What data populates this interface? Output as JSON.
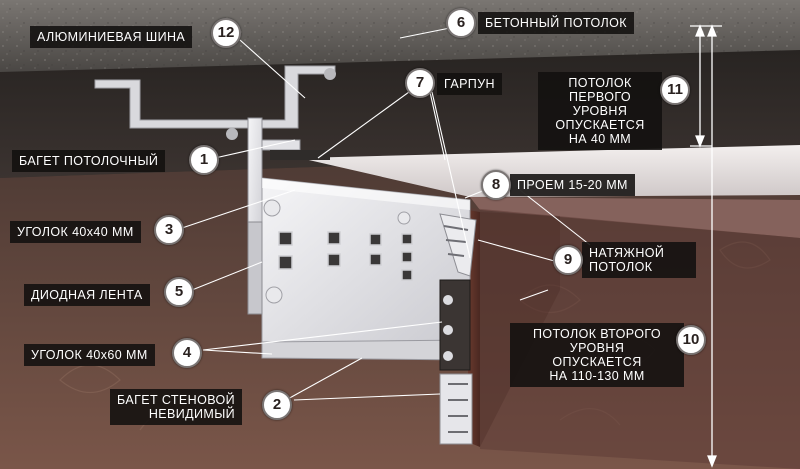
{
  "labels": {
    "aluminum_rail": "АЛЮМИНИЕВАЯ ШИНА",
    "concrete_ceiling": "БЕТОННЫЙ ПОТОЛОК",
    "harpoon": "ГАРПУН",
    "ceiling_baguette": "БАГЕТ ПОТОЛОЧНЫЙ",
    "first_level": "ПОТОЛОК ПЕРВОГО УРОВНЯ ОПУСКАЕТСЯ НА 40 ММ",
    "opening": "ПРОЕМ 15-20 ММ",
    "corner_40x40": "УГОЛОК 40х40 ММ",
    "stretch_ceiling": "НАТЯЖНОЙ ПОТОЛОК",
    "led_strip": "ДИОДНАЯ ЛЕНТА",
    "second_level": "ПОТОЛОК ВТОРОГО УРОВНЯ ОПУСКАЕТСЯ НА 110-130 ММ",
    "corner_40x60": "УГОЛОК 40х60 ММ",
    "wall_baguette": "БАГЕТ СТЕНОВОЙ НЕВИДИМЫЙ"
  },
  "label_lines": {
    "first_level": [
      "ПОТОЛОК",
      "ПЕРВОГО",
      "УРОВНЯ",
      "ОПУСКАЕТСЯ",
      "НА 40 ММ"
    ],
    "stretch_ceiling": [
      "НАТЯЖНОЙ",
      "ПОТОЛОК"
    ],
    "second_level": [
      "ПОТОЛОК ВТОРОГО",
      "УРОВНЯ",
      "ОПУСКАЕТСЯ",
      "НА 110-130 ММ"
    ],
    "wall_baguette": [
      "БАГЕТ СТЕНОВОЙ",
      "НЕВИДИМЫЙ"
    ]
  },
  "numbers": {
    "ceiling_baguette": "1",
    "wall_baguette": "2",
    "corner_40x40": "3",
    "corner_40x60": "4",
    "led_strip": "5",
    "concrete_ceiling": "6",
    "harpoon": "7",
    "opening": "8",
    "stretch_ceiling": "9",
    "second_level": "10",
    "first_level": "11",
    "aluminum_rail": "12"
  },
  "colors": {
    "concrete": "#5c5955",
    "wallpaper": "#6b4a40",
    "dark_wall": "#2c2725",
    "metal": "#e7e7ea",
    "brown_panel": "#5a2f25",
    "label_bg": "#141210"
  }
}
